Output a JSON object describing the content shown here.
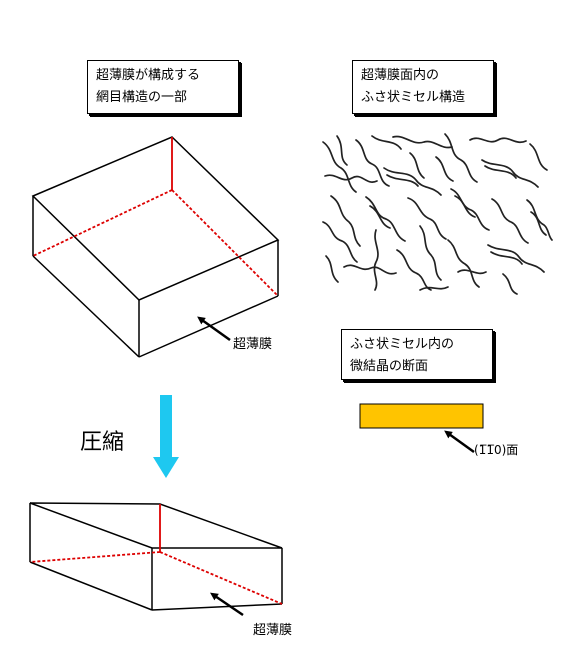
{
  "captions": {
    "mesh_structure": [
      "超薄膜が構成する",
      "網目構造の一部"
    ],
    "fringed_micelle": [
      "超薄膜面内の",
      "ふさ状ミセル構造"
    ],
    "crystallite_section": [
      "ふさ状ミセル内の",
      "微結晶の断面"
    ]
  },
  "labels": {
    "film_top": "超薄膜",
    "film_bottom": "超薄膜",
    "compression": "圧縮",
    "plane": "(1̅1̅0)面"
  },
  "colors": {
    "red_line": "#dd0000",
    "arrow_blue": "#1ec8f0",
    "crystal_fill": "#ffc400"
  }
}
